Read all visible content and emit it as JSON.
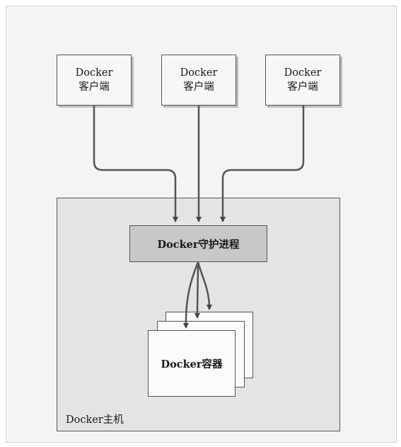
{
  "clients": [
    {
      "line1": "Docker",
      "line2": "客户端"
    },
    {
      "line1": "Docker",
      "line2": "客户端"
    },
    {
      "line1": "Docker",
      "line2": "客户端"
    }
  ],
  "daemon": {
    "label": "Docker守护进程"
  },
  "container": {
    "label": "Docker容器"
  },
  "host": {
    "label": "Docker主机"
  }
}
